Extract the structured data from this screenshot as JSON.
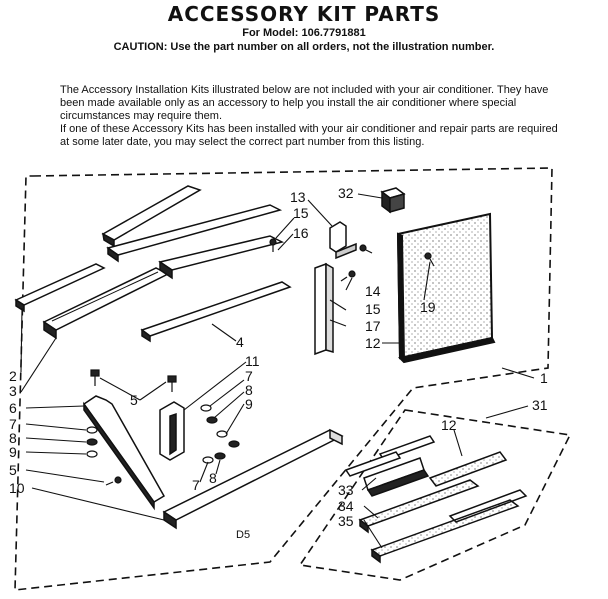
{
  "header": {
    "title": "ACCESSORY KIT PARTS",
    "model": "For Model: 106.7791881",
    "caution": "CAUTION: Use the part number on all orders, not the illustration number."
  },
  "intro": {
    "paragraph1": "The Accessory Installation Kits illustrated below are not included with your air conditioner. They have been made available only as an accessory to help you install the air conditioner where special circumstances may require them.",
    "paragraph2": "If one of these Accessory Kits has been installed with your air conditioner and repair parts are required at some later date, you may select the correct part number from this listing."
  },
  "callouts": {
    "c13": "13",
    "c32": "32",
    "c15a": "15",
    "c16": "16",
    "c14": "14",
    "c15b": "15",
    "c17": "17",
    "c12a": "12",
    "c19": "19",
    "c4": "4",
    "c2": "2",
    "c3": "3",
    "c11": "11",
    "c7a": "7",
    "c8a": "8",
    "c9a": "9",
    "c5a": "5",
    "c6": "6",
    "c7b": "7",
    "c8b": "8",
    "c9b": "9",
    "c5b": "5",
    "c7c": "7",
    "c8c": "8",
    "c10": "10",
    "c1": "1",
    "c31": "31",
    "c12b": "12",
    "c33": "33",
    "c34": "34",
    "c35": "35"
  },
  "diagram_code": "D5"
}
